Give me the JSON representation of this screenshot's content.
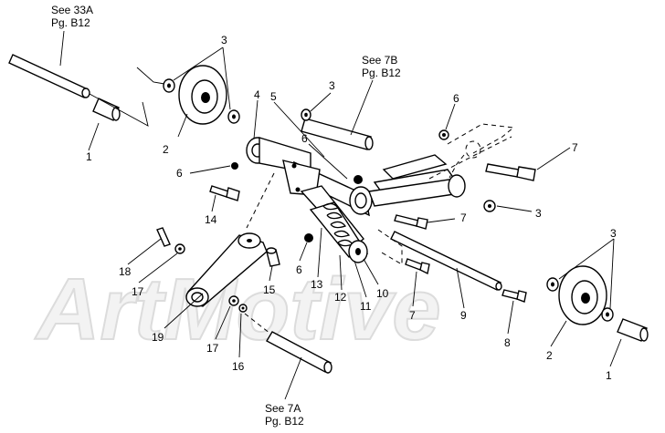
{
  "watermark": "ArtMotive",
  "refs": {
    "top_left": [
      "See 33A",
      "Pg. B12"
    ],
    "top_mid": [
      "See 7B",
      "Pg. B12"
    ],
    "bottom": [
      "See 7A",
      "Pg. B12"
    ]
  },
  "callouts": {
    "c1a": "1",
    "c1b": "1",
    "c2a": "2",
    "c2b": "2",
    "c3a": "3",
    "c3b": "3",
    "c3c": "3",
    "c3d": "3",
    "c4": "4",
    "c5": "5",
    "c6a": "6",
    "c6b": "6",
    "c6c": "6",
    "c6d": "6",
    "c7a": "7",
    "c7b": "7",
    "c7c": "7",
    "c8": "8",
    "c9": "9",
    "c10": "10",
    "c11": "11",
    "c12": "12",
    "c13": "13",
    "c14": "14",
    "c15": "15",
    "c16": "16",
    "c17a": "17",
    "c17b": "17",
    "c18": "18",
    "c19": "19"
  }
}
